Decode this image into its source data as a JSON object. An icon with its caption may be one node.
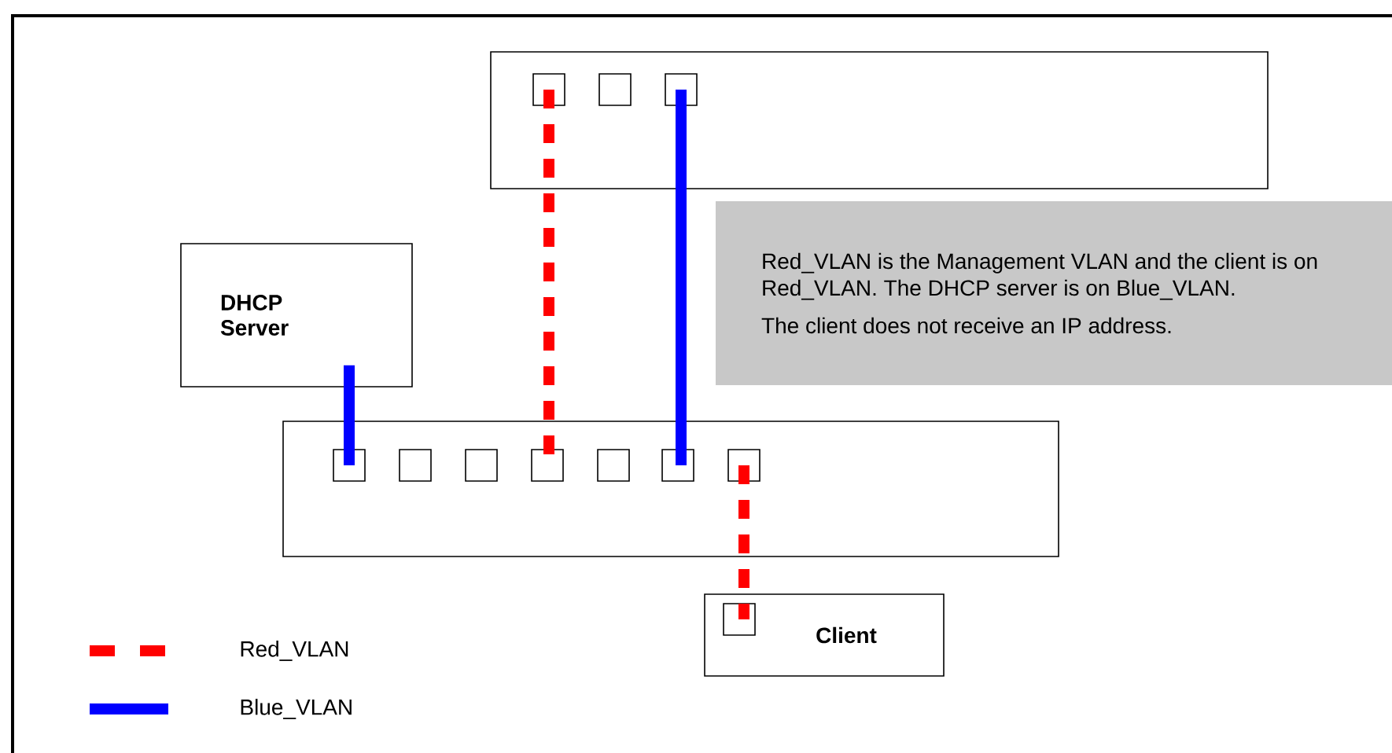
{
  "diagram": {
    "nodes": [
      {
        "text": [],
        "shape": "box"
      },
      {
        "text": [],
        "shape": "box",
        "in": 0
      },
      {
        "text": [],
        "shape": "box",
        "in": 0
      },
      {
        "text": [],
        "shape": "box",
        "in": 0
      },
      {
        "text": [
          "DHCP Server"
        ]
      },
      {
        "text": [
          "Red_VLAN is the Management VLAN and the client is on Red_VLAN. The DHCP server is on Blue_VLAN.",
          "The client does not receive an IP address."
        ]
      },
      {
        "text": [],
        "shape": "box"
      },
      {
        "text": [],
        "shape": "box",
        "in": 6
      },
      {
        "text": [],
        "shape": "box",
        "in": 6
      },
      {
        "text": [],
        "shape": "box",
        "in": 6
      },
      {
        "text": [],
        "shape": "box",
        "in": 6
      },
      {
        "text": [],
        "shape": "box",
        "in": 6
      },
      {
        "text": [],
        "shape": "box",
        "in": 6
      },
      {
        "text": [],
        "shape": "box",
        "in": 6
      },
      {
        "text": [
          "Client"
        ]
      },
      {
        "text": [],
        "shape": "box",
        "in": 14
      }
    ],
    "edges": [
      {
        "from": 1,
        "to": 10,
        "arrow": "none",
        "style": "dashed",
        "color": "#ff0000"
      },
      {
        "from": 3,
        "to": 12,
        "arrow": "none",
        "color": "#0000ff"
      },
      {
        "from": 4,
        "to": 7,
        "arrow": "none",
        "color": "#0000ff"
      },
      {
        "from": 13,
        "to": 15,
        "arrow": "none",
        "style": "dashed",
        "color": "#ff0000"
      }
    ],
    "legend": [
      {
        "text": "Red_VLAN"
      },
      {
        "text": "Blue_VLAN"
      }
    ]
  }
}
